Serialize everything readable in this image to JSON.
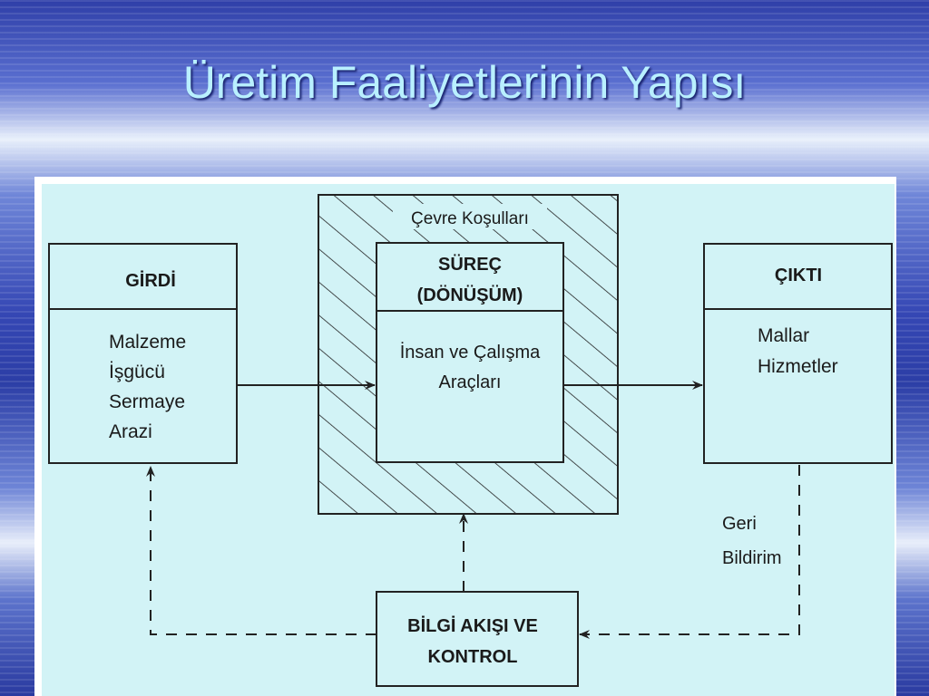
{
  "title": "Üretim Faaliyetlerinin Yapısı",
  "diagram": {
    "environment_label": "Çevre Koşulları",
    "input": {
      "header": "GİRDİ",
      "items": [
        "Malzeme",
        "İşgücü",
        "Sermaye",
        "Arazi"
      ]
    },
    "process": {
      "header_line1": "SÜREÇ",
      "header_line2": "(DÖNÜŞÜM)",
      "body_line1": "İnsan ve Çalışma",
      "body_line2": "Araçları"
    },
    "output": {
      "header": "ÇIKTI",
      "items": [
        "Mallar",
        "Hizmetler"
      ]
    },
    "feedback_line1": "Geri",
    "feedback_line2": "Bildirim",
    "control": {
      "line1": "BİLGİ AKIŞI VE",
      "line2": "KONTROL"
    },
    "colors": {
      "box_fill": "#d2f3f6",
      "line": "#222222"
    }
  }
}
